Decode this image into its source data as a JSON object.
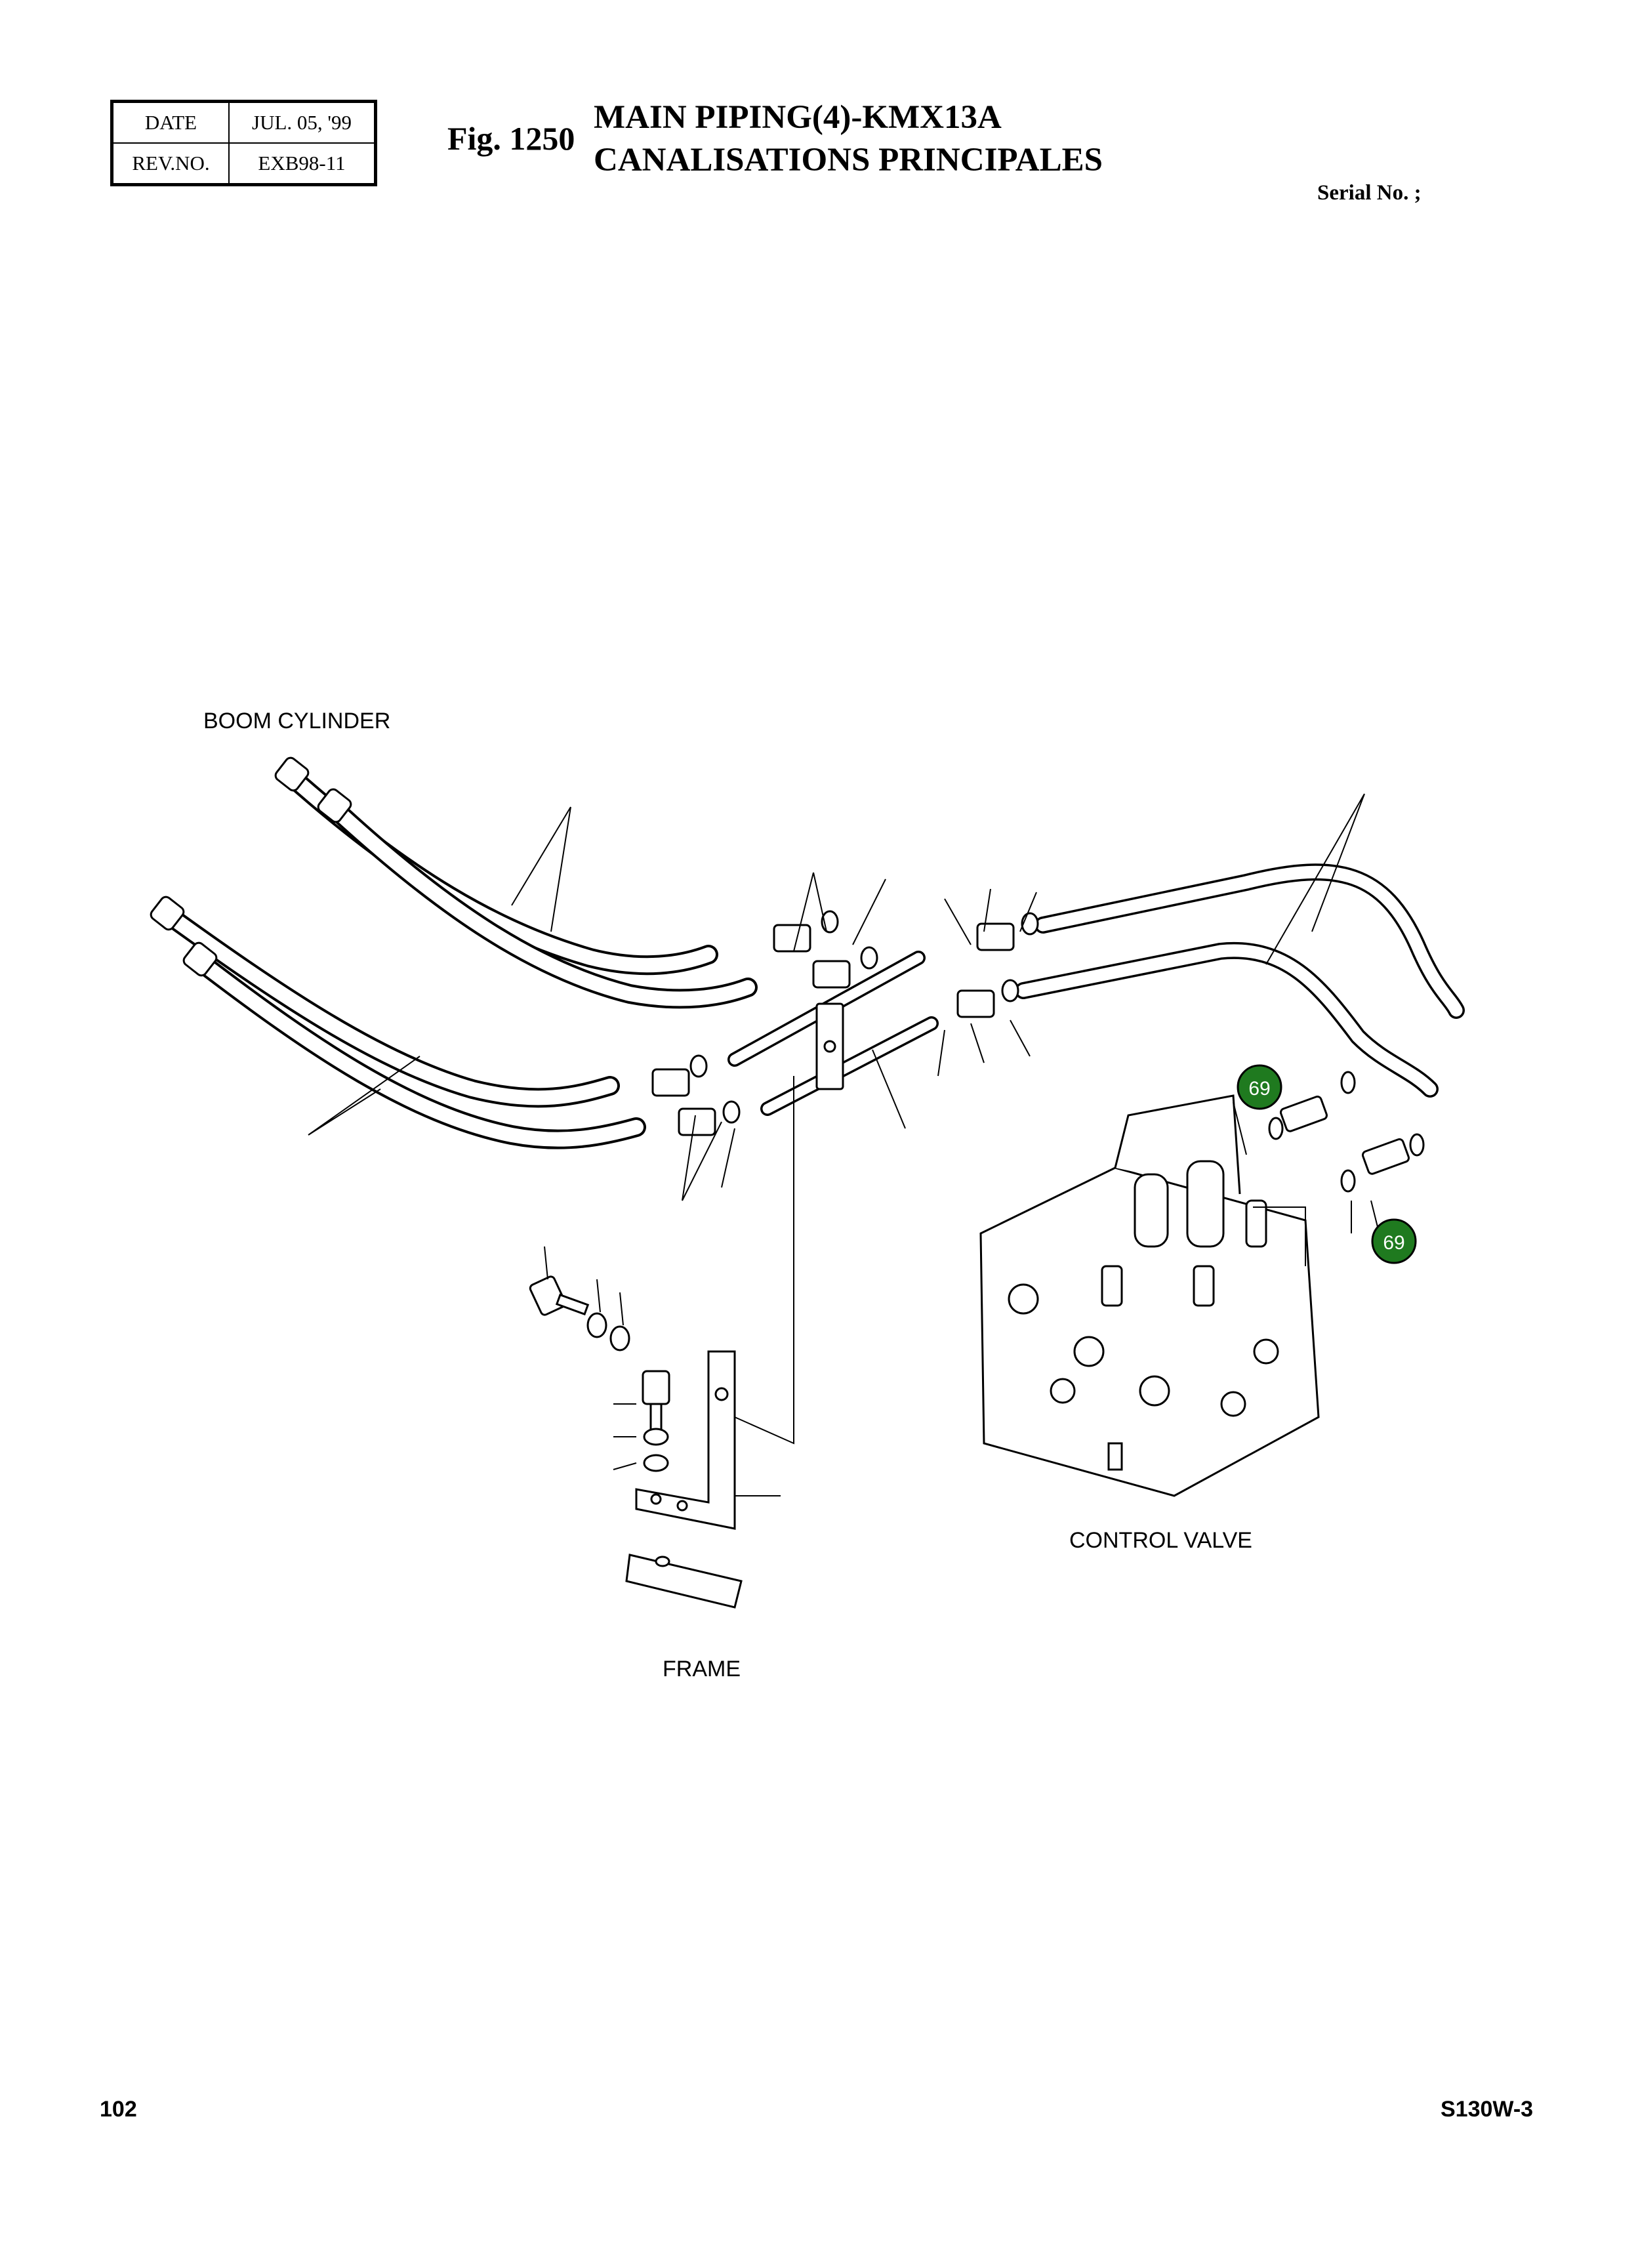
{
  "header": {
    "date_label": "DATE",
    "date_value": "JUL. 05, '99",
    "rev_label": "REV.NO.",
    "rev_value": "EXB98-11",
    "fig_number": "Fig. 1250",
    "title_en": "MAIN PIPING(4)-KMX13A",
    "title_fr": "CANALISATIONS PRINCIPALES",
    "serial_no": "Serial No. ;"
  },
  "diagram": {
    "labels": {
      "boom_cylinder": "BOOM CYLINDER",
      "control_valve": "CONTROL VALVE",
      "frame": "FRAME"
    },
    "callouts": [
      {
        "number": "69"
      },
      {
        "number": "69"
      }
    ],
    "callout_color": "#1f7a1f"
  },
  "footer": {
    "page_number": "102",
    "model_code": "S130W-3"
  }
}
